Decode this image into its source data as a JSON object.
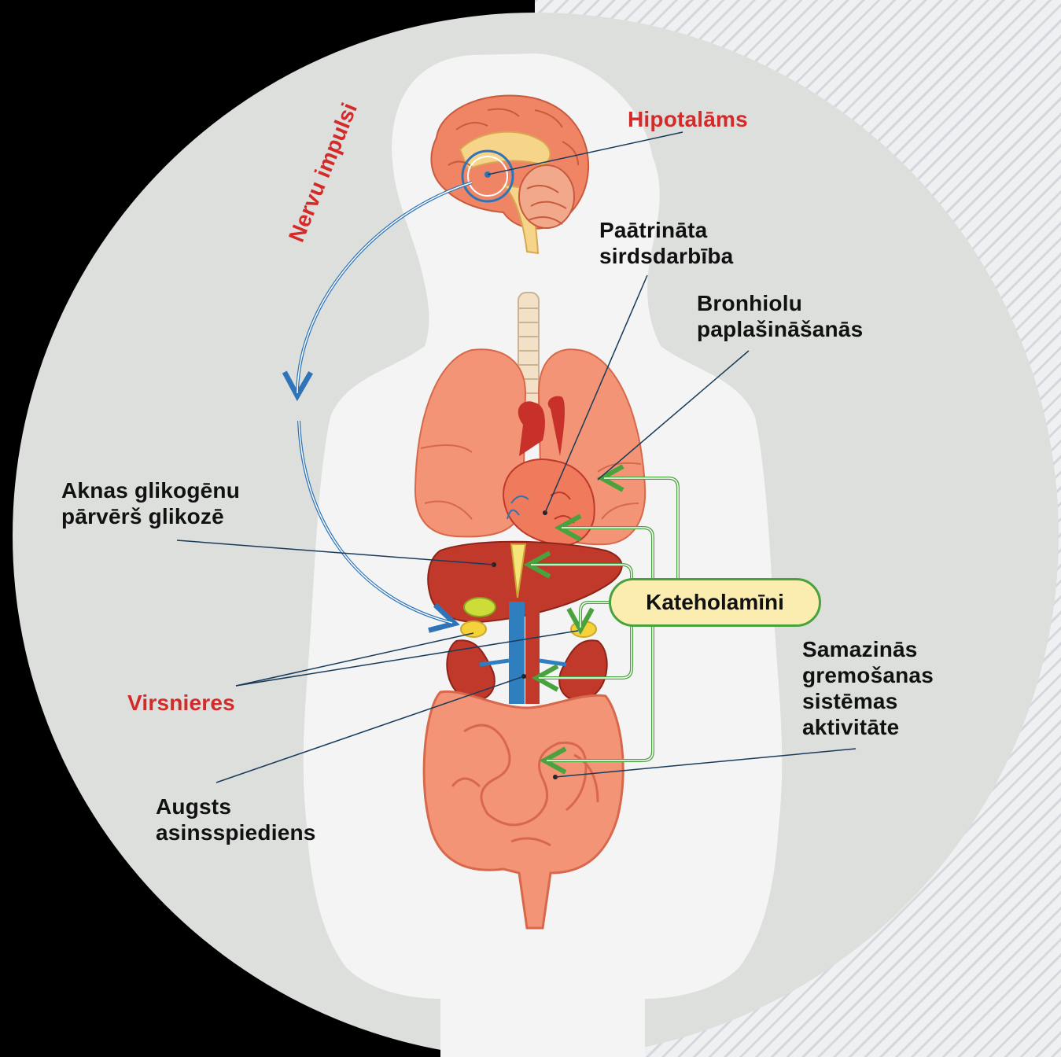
{
  "labels": {
    "hypothalamus": "Hipotalāms",
    "nerve_impulses": "Nervu impulsi",
    "heart_rate": "Paātrināta\nsirdsdarbība",
    "bronchioles": "Bronhiolu\npaplašināšanās",
    "liver": "Aknas glikogēnu\npārvērš glikozē",
    "catecholamines": "Kateholamīni",
    "digestion": "Samazinās\ngremošanas\nsistēmas\naktivitāte",
    "adrenals": "Virsnieres",
    "blood_pressure": "Augsts\nasinsspiediens"
  },
  "colors": {
    "label_red": "#d42a2a",
    "nerve_blue": "#2f74b8",
    "hormone_green": "#4aa23e",
    "catecholamine_box_fill": "#fbecb0",
    "organ_orange": "#f0896a",
    "organ_dark_red": "#c0392b",
    "circle_grey": "#dcdfdc"
  },
  "icons": [
    "brain-icon",
    "lungs-icon",
    "heart-icon",
    "liver-icon",
    "kidney-icon",
    "intestine-icon"
  ]
}
